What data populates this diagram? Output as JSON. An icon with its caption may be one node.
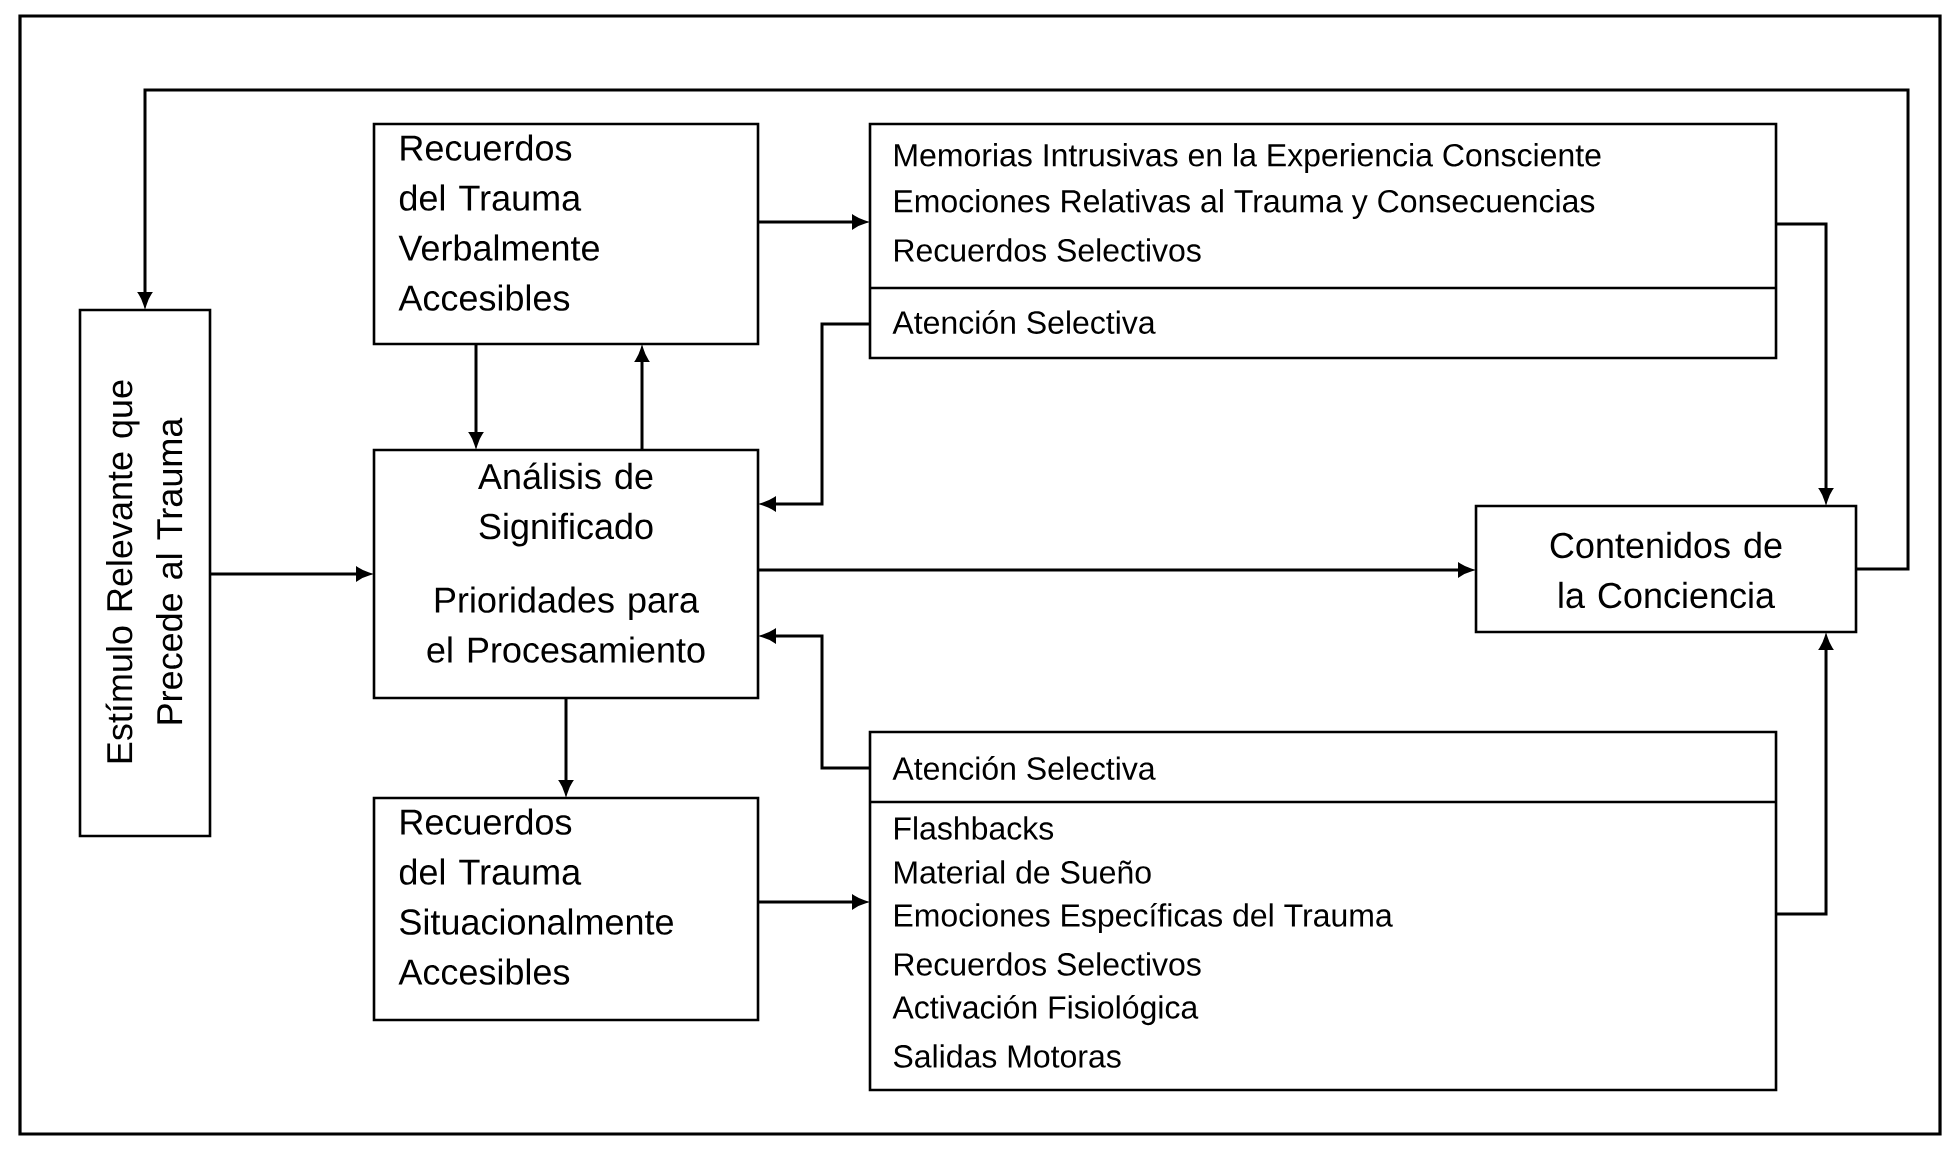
{
  "diagram": {
    "nodes": [
      {
        "text": [
          "Estímulo Relevante que Precede al Trauma"
        ]
      },
      {
        "text": [
          "Recuerdos del Trauma Verbalmente Accesibles"
        ]
      },
      {
        "text": [
          "Análisis de Significado",
          "Prioridades para el Procesamiento"
        ]
      },
      {
        "text": [
          "Recuerdos del Trauma Situacionalmente Accesibles"
        ]
      },
      {
        "text": [
          "Memorias Intrusivas en la Experiencia Consciente",
          "Emociones Relativas al Trauma y Consecuencias",
          "Recuerdos Selectivos",
          "Atención Selectiva"
        ]
      },
      {
        "text": [
          "Contenidos de la Conciencia"
        ]
      },
      {
        "text": [
          "Atención Selectiva",
          "Flashbacks",
          "Material de Sueño",
          "Emociones Específicas del Trauma",
          "Recuerdos Selectivos",
          "Activación Fisiológica",
          "Salidas Motoras"
        ]
      }
    ],
    "edges": [
      {
        "from": 0,
        "to": 2,
        "arrow": "to"
      },
      {
        "from": 1,
        "to": 2,
        "arrow": "to"
      },
      {
        "from": 2,
        "to": 1,
        "arrow": "to"
      },
      {
        "from": 1,
        "to": 4,
        "arrow": "to"
      },
      {
        "from": 4,
        "to": 2,
        "arrow": "to"
      },
      {
        "from": 4,
        "to": 5,
        "arrow": "to"
      },
      {
        "from": 2,
        "to": 5,
        "arrow": "to"
      },
      {
        "from": 5,
        "to": 0,
        "arrow": "to"
      },
      {
        "from": 6,
        "to": 2,
        "arrow": "to"
      },
      {
        "from": 2,
        "to": 3,
        "arrow": "to"
      },
      {
        "from": 3,
        "to": 6,
        "arrow": "to"
      },
      {
        "from": 6,
        "to": 5,
        "arrow": "to"
      }
    ]
  }
}
